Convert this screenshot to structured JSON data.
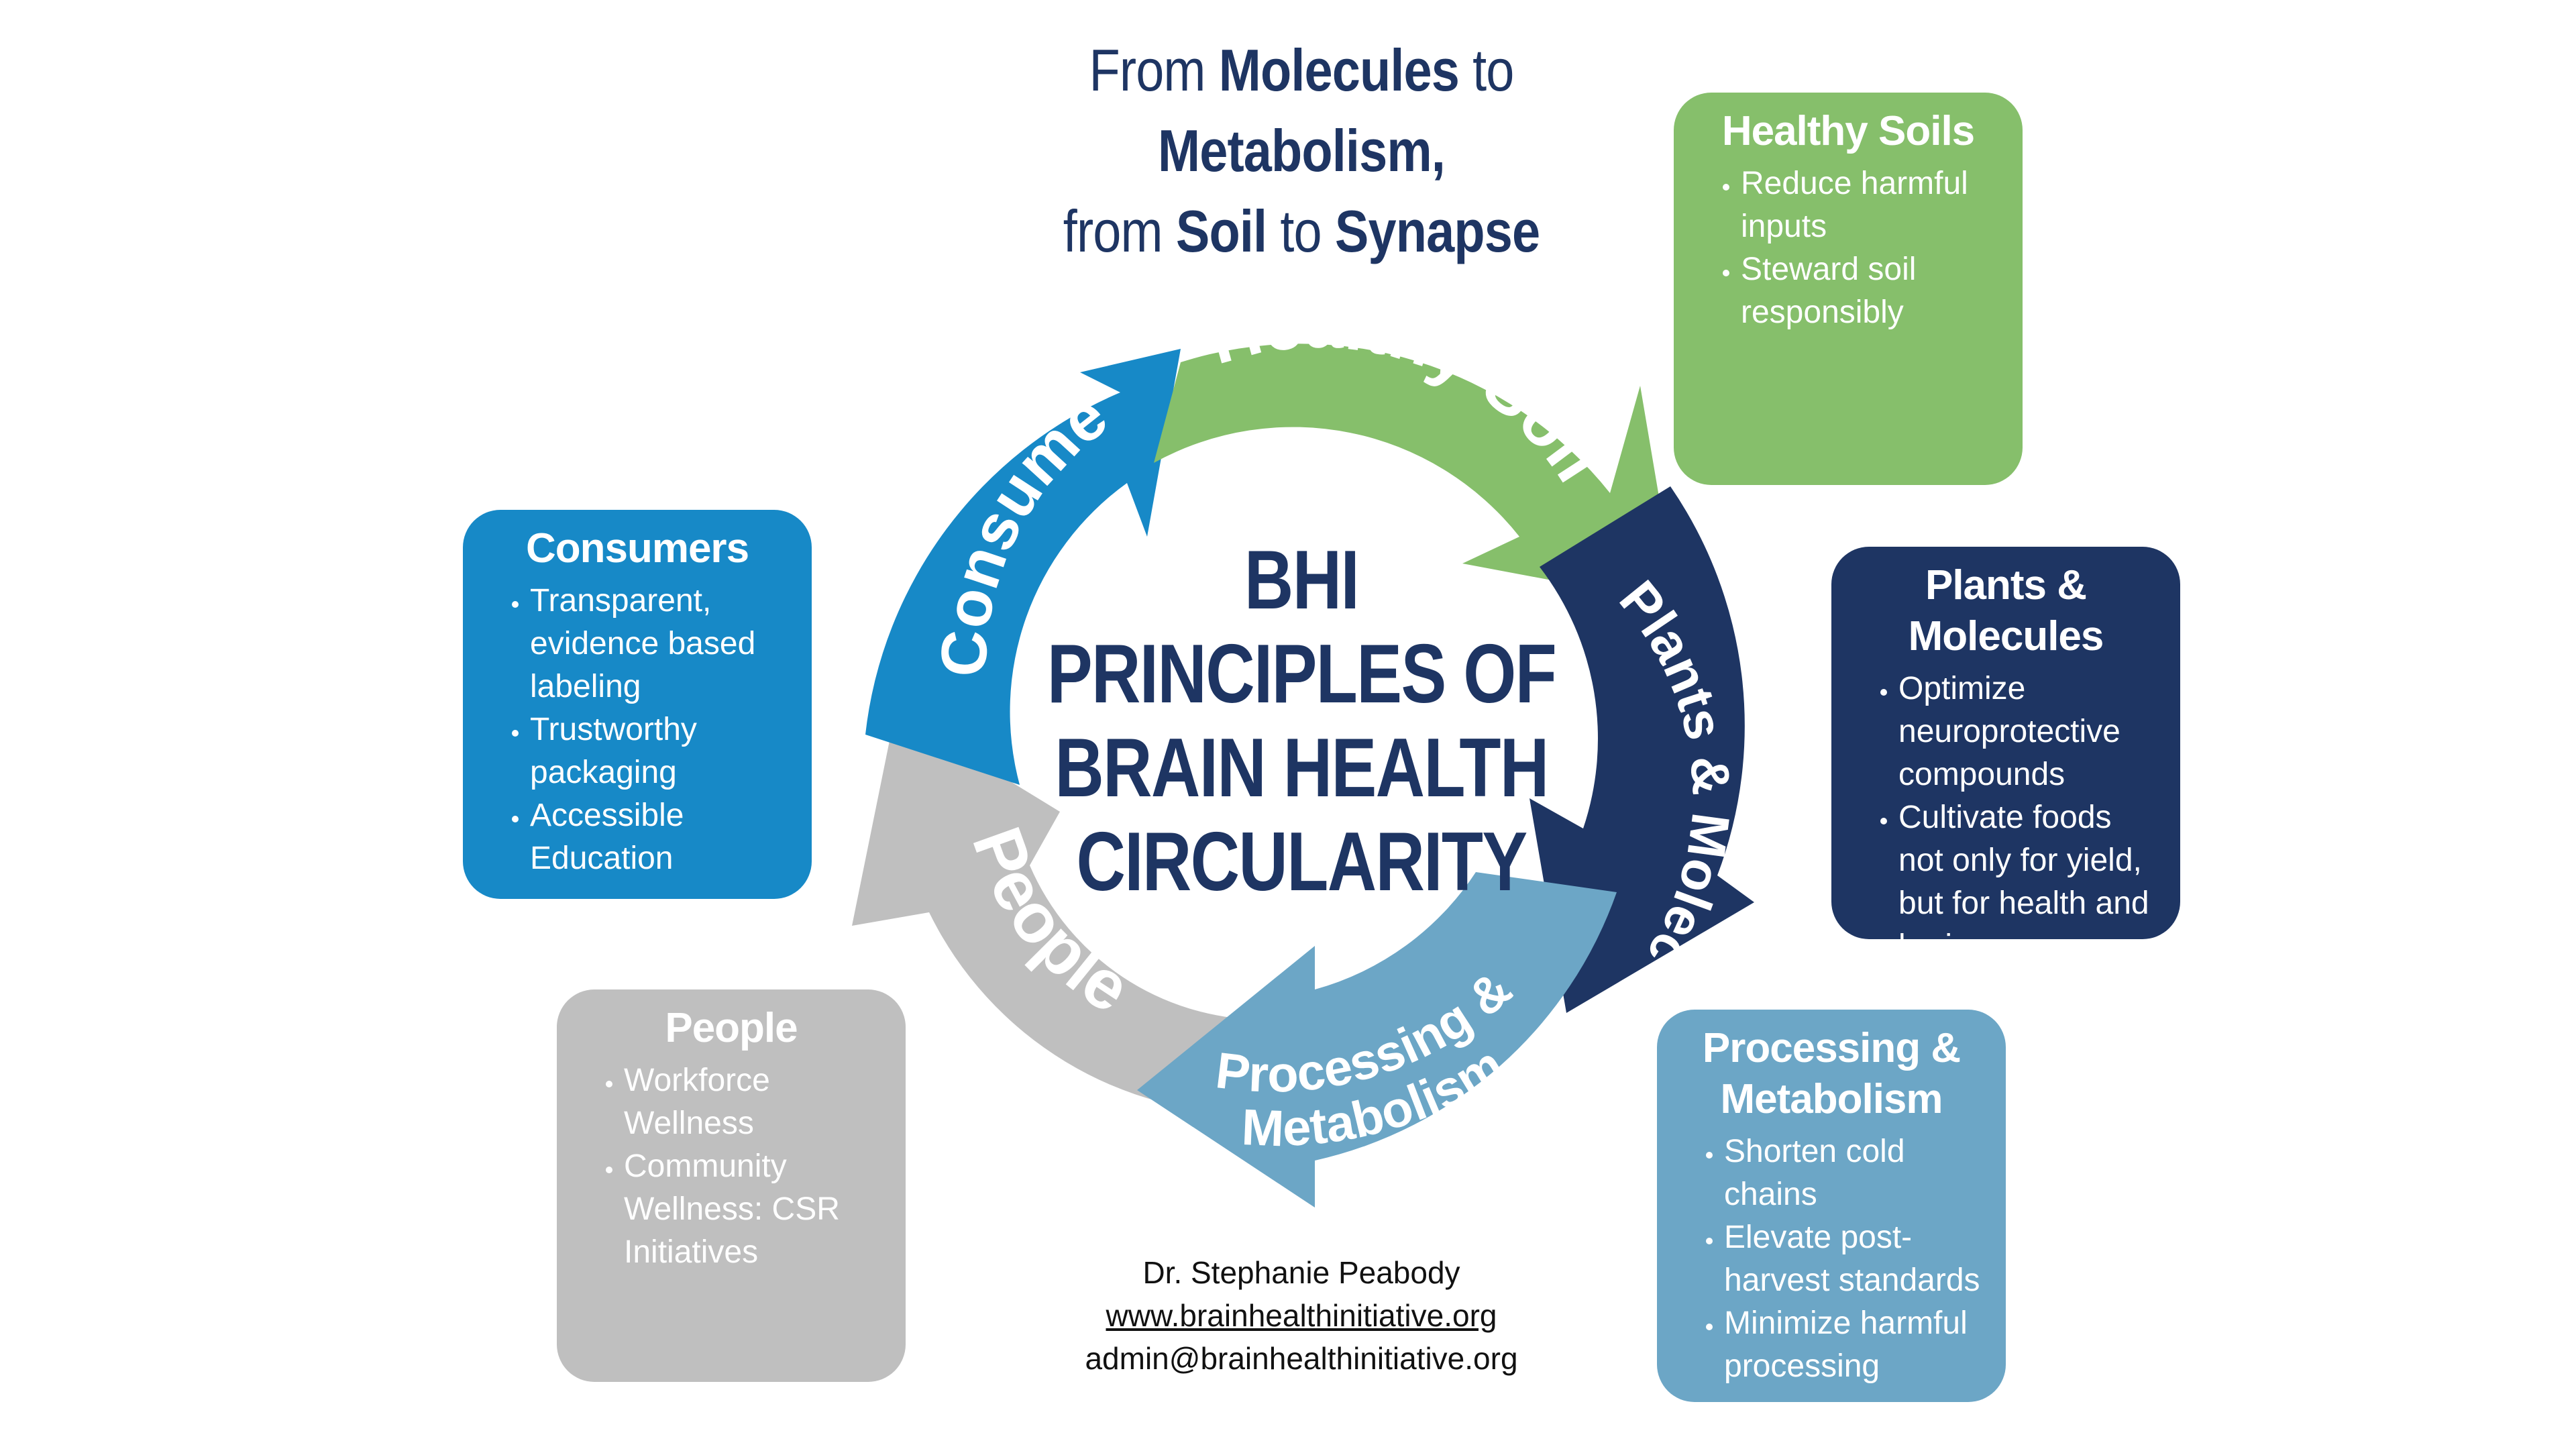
{
  "title": {
    "line1_pre": "From ",
    "line1_bold": "Molecules",
    "line1_post": " to",
    "line2_bold": "Metabolism,",
    "line3_pre": "from ",
    "line3_bold1": "Soil",
    "line3_mid": " to ",
    "line3_bold2": "Synapse"
  },
  "center": {
    "line1": "BHI",
    "line2": "PRINCIPLES OF",
    "line3": "BRAIN HEALTH",
    "line4": "CIRCULARITY"
  },
  "cycle": {
    "healthy_soils": "Healthy Soils",
    "plants_molecules": "Plants & Molecules",
    "processing_line1": "Processing &",
    "processing_line2": "Metabolism",
    "people": "People",
    "consumers": "Consumers"
  },
  "boxes": {
    "healthy_soils": {
      "title": "Healthy Soils",
      "items": [
        "Reduce harmful inputs",
        "Steward soil responsibly"
      ]
    },
    "plants_molecules": {
      "title": "Plants & Molecules",
      "items": [
        "Optimize neuroprotective compounds",
        "Cultivate foods not only for yield, but for health and brains"
      ]
    },
    "processing": {
      "title_line1": "Processing &",
      "title_line2": "Metabolism",
      "items": [
        "Shorten cold chains",
        "Elevate post-harvest standards",
        "Minimize harmful processing"
      ]
    },
    "consumers": {
      "title": "Consumers",
      "items": [
        "Transparent, evidence based labeling",
        "Trustworthy packaging",
        "Accessible Education"
      ]
    },
    "people": {
      "title": "People",
      "items": [
        "Workforce Wellness",
        "Community Wellness: CSR Initiatives"
      ]
    }
  },
  "contact": {
    "name": "Dr. Stephanie Peabody",
    "website": "www.brainhealthinitiative.org",
    "email": "admin@brainhealthinitiative.org"
  },
  "colors": {
    "healthy_soils": "#86bf6b",
    "plants_molecules": "#1e3563",
    "processing": "#6ca6c6",
    "people": "#bfbfbf",
    "consumers": "#1789c7",
    "title_text": "#1e3563"
  }
}
